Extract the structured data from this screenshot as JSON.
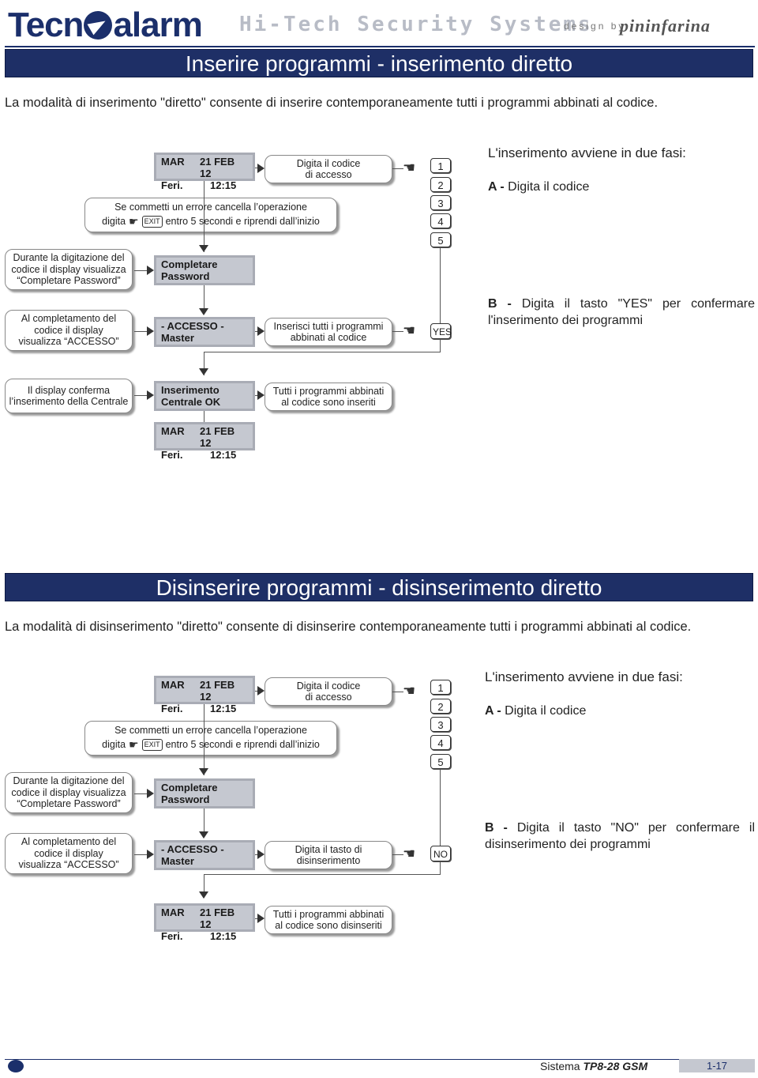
{
  "header": {
    "brand_left": "Tecn",
    "brand_right": "alarm",
    "tagline": "Hi-Tech Security Systems",
    "design_by": "design by",
    "design_brand": "pininfarina"
  },
  "section1": {
    "title": "Inserire programmi - inserimento diretto",
    "intro": "La modalità di inserimento \"diretto\" consente di inserire contemporaneamente tutti i programmi abbinati al codice.",
    "lcd_date": {
      "l1a": "MAR",
      "l1b": "21 FEB 12",
      "l2a": "Feri.",
      "l2b": "12:15"
    },
    "note_code": [
      "Digita il codice",
      "di accesso"
    ],
    "error_note": {
      "line1": "Se commetti un errore cancella l’operazione",
      "pre": "digita",
      "key": "EXIT",
      "post": "entro 5 secondi  e riprendi dall’inizio"
    },
    "keys": [
      "1",
      "2",
      "3",
      "4",
      "5"
    ],
    "note_during": [
      "Durante la digitazione del",
      "codice il display visualizza",
      "“Completare Password”"
    ],
    "lcd_complete": {
      "l1": "Completare",
      "l2": "Password"
    },
    "note_access": [
      "Al completamento del",
      "codice il display",
      "visualizza “ACCESSO”"
    ],
    "lcd_access": {
      "l1": "- ACCESSO -",
      "l2": "Master"
    },
    "note_action": [
      "Inserisci tutti i programmi",
      "abbinati al codice"
    ],
    "action_key": "YES",
    "note_confirm": [
      "Il display conferma",
      "l’inserimento della Centrale"
    ],
    "lcd_ok": {
      "l1": "Inserimento",
      "l2": "Centrale OK"
    },
    "note_done": [
      "Tutti i programmi abbinati",
      "al codice sono inseriti"
    ],
    "lcd_date_end": {
      "l1a": "MAR",
      "l1b": "21 FEB 12",
      "l2a": "Feri.",
      "l2b": "12:15"
    },
    "phases_title": "L'inserimento avviene in due fasi:",
    "phase_a_label": "A -",
    "phase_a_text": " Digita il codice",
    "phase_b_label": "B -",
    "phase_b_text": " Digita il tasto \"YES\" per confermare l'inserimento dei programmi"
  },
  "section2": {
    "title": "Disinserire programmi - disinserimento diretto",
    "intro": "La modalità di disinserimento \"diretto\" consente di disinserire contemporaneamente tutti i programmi abbinati al codice.",
    "lcd_date": {
      "l1a": "MAR",
      "l1b": "21 FEB 12",
      "l2a": "Feri.",
      "l2b": "12:15"
    },
    "note_code": [
      "Digita il codice",
      "di accesso"
    ],
    "error_note": {
      "line1": "Se commetti un errore cancella l’operazione",
      "pre": "digita",
      "key": "EXIT",
      "post": "entro 5 secondi  e riprendi dall’inizio"
    },
    "keys": [
      "1",
      "2",
      "3",
      "4",
      "5"
    ],
    "note_during": [
      "Durante la digitazione del",
      "codice il display visualizza",
      "“Completare Password”"
    ],
    "lcd_complete": {
      "l1": "Completare",
      "l2": "Password"
    },
    "note_access": [
      "Al completamento del",
      "codice il display",
      "visualizza “ACCESSO”"
    ],
    "lcd_access": {
      "l1": "- ACCESSO -",
      "l2": "Master"
    },
    "note_action": [
      "Digita il tasto di",
      "disinserimento"
    ],
    "action_key": "NO",
    "lcd_date_end": {
      "l1a": "MAR",
      "l1b": "21 FEB 12",
      "l2a": "Feri.",
      "l2b": "12:15"
    },
    "note_done": [
      "Tutti i programmi abbinati",
      "al codice sono disinseriti"
    ],
    "phases_title": "L'inserimento avviene in due fasi:",
    "phase_a_label": "A -",
    "phase_a_text": " Digita il codice",
    "phase_b_label": "B -",
    "phase_b_text": " Digita il tasto \"NO\" per confermare il disinserimento dei programmi"
  },
  "footer": {
    "system_label": "Sistema",
    "system_name": "TP8-28 GSM",
    "page": "1-17"
  }
}
